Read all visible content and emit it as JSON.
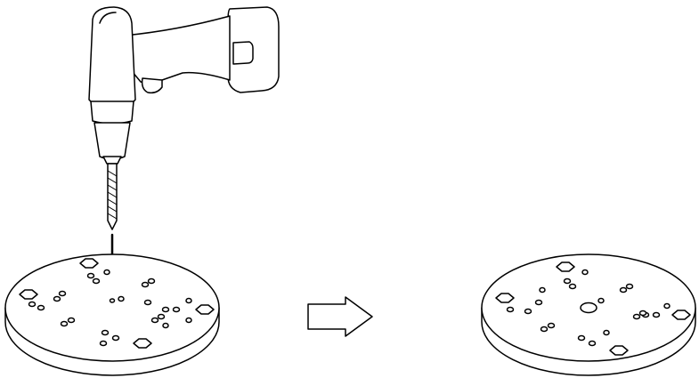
{
  "diagram": {
    "steps": [
      {
        "id": "before",
        "tool": "cordless-drill",
        "plate_holes": "small-pilot-hole"
      },
      {
        "id": "after",
        "plate_holes": "enlarged-center-hole"
      }
    ],
    "connector": "right-arrow",
    "colors": {
      "line": "#000000",
      "fill": "#ffffff"
    }
  }
}
